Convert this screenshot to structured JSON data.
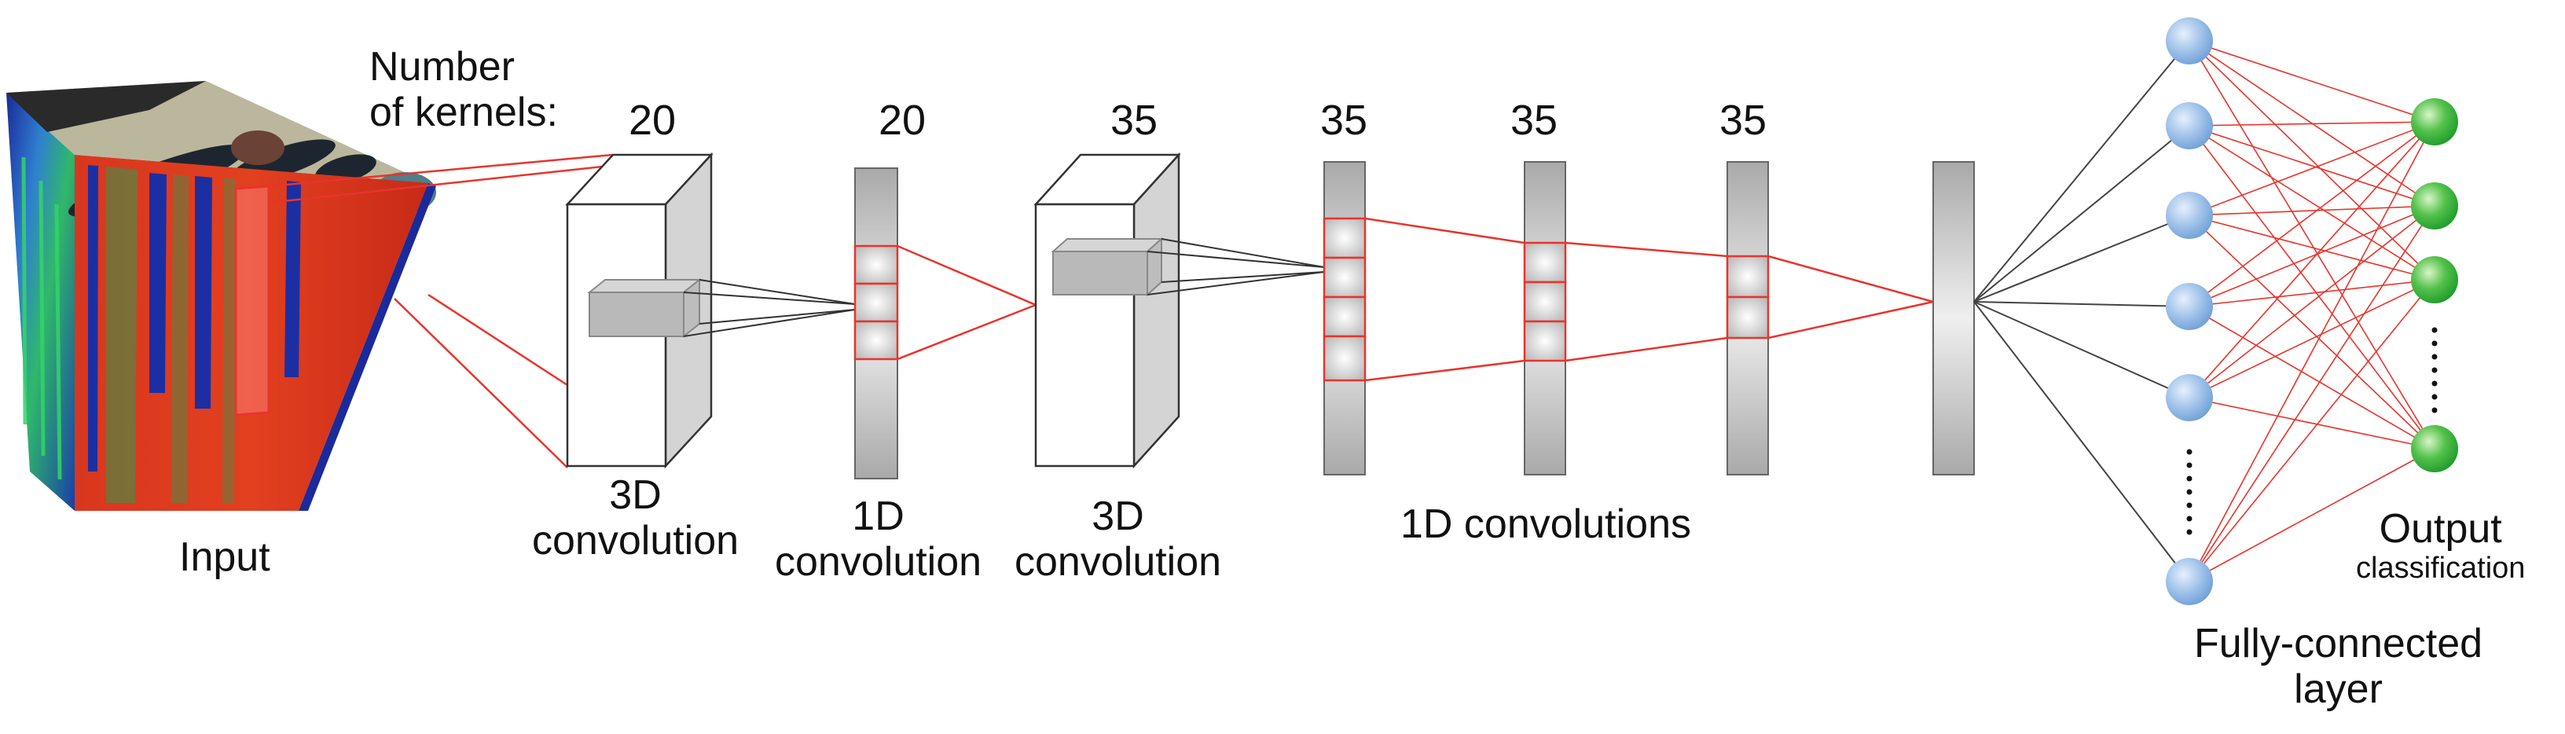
{
  "header": {
    "kernels_label_line1": "Number",
    "kernels_label_line2": "of kernels:"
  },
  "kernel_counts": [
    "20",
    "20",
    "35",
    "35",
    "35",
    "35"
  ],
  "labels": {
    "input": "Input",
    "conv3d_a_line1": "3D",
    "conv3d_a_line2": "convolution",
    "conv1d_line1": "1D",
    "conv1d_line2": "convolution",
    "conv3d_b_line1": "3D",
    "conv3d_b_line2": "convolution",
    "conv1d_group": "1D convolutions",
    "fc_line1": "Fully-connected",
    "fc_line2": "layer",
    "output_line1": "Output",
    "output_line2": "classification"
  },
  "colors": {
    "connector_red": "#e8342c",
    "connector_dark": "#444444",
    "fc_node_blue": "#8fb8e8",
    "output_node_green": "#2fae3a",
    "layer_bar_gray": "#b5b5b5"
  }
}
